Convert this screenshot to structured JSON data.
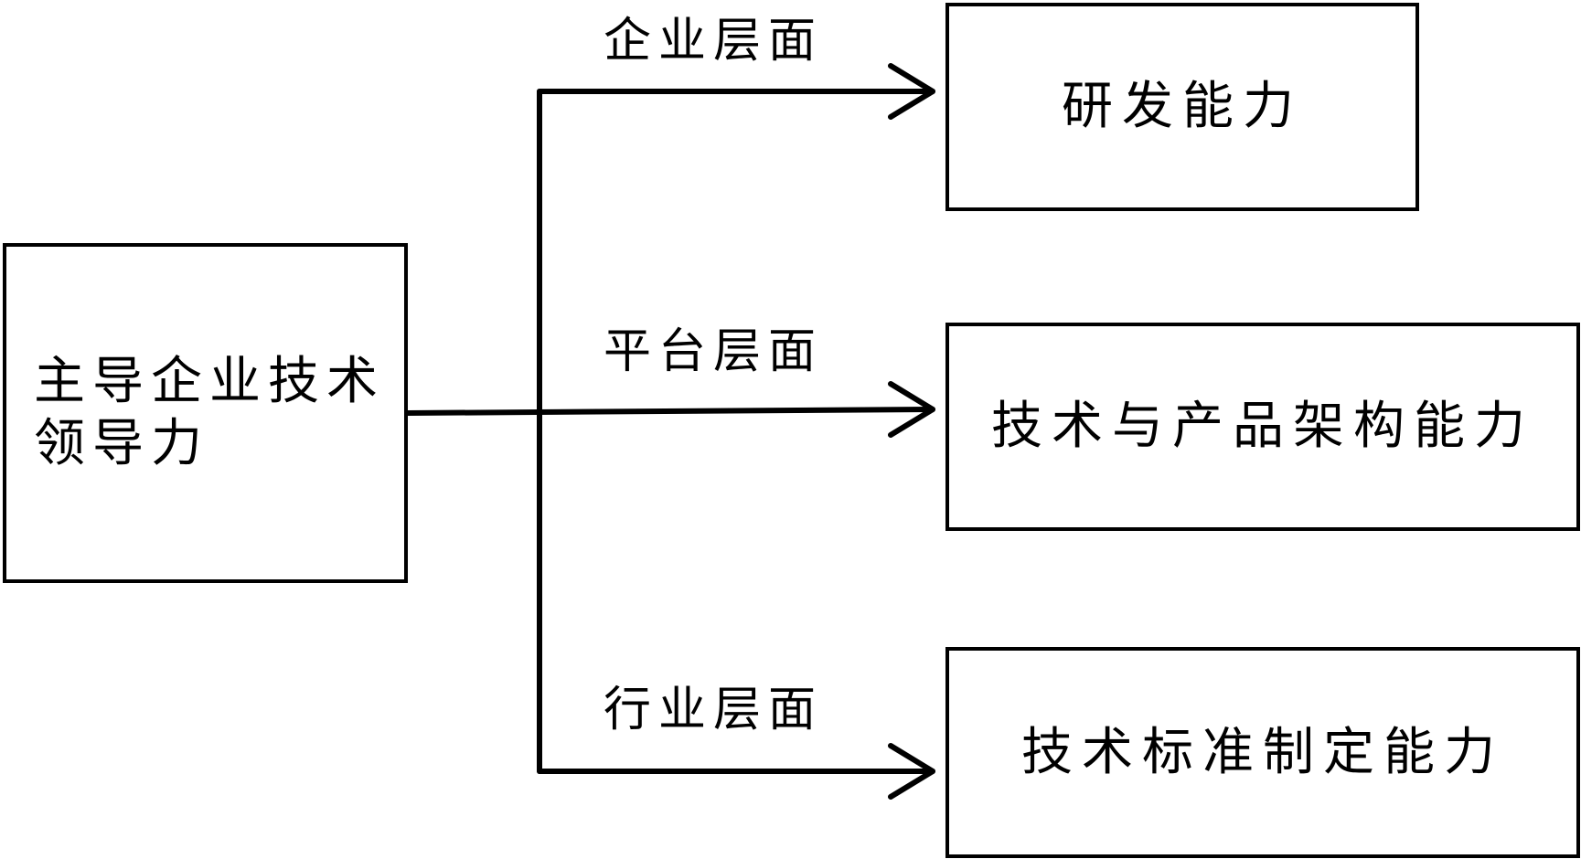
{
  "source": {
    "line1": "主导企业技术",
    "line2": "领导力"
  },
  "targets": [
    {
      "label": "研发能力",
      "level": "企业层面"
    },
    {
      "label": "技术与产品架构能力",
      "level": "平台层面"
    },
    {
      "label": "技术标准制定能力",
      "level": "行业层面"
    }
  ]
}
